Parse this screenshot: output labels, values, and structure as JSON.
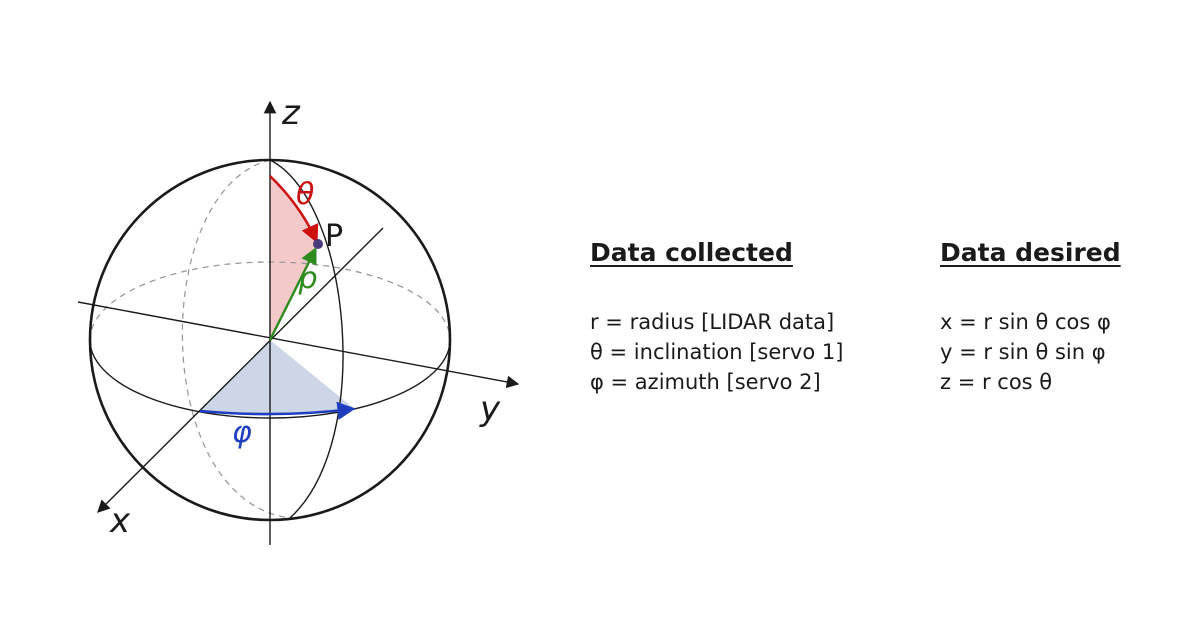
{
  "diagram": {
    "axis_labels": {
      "z": "z",
      "y": "y",
      "x": "x"
    },
    "point_label": "P",
    "theta_label": "θ",
    "rho_label": "ρ",
    "phi_label": "φ",
    "colors": {
      "theta": "#cc1111",
      "rho": "#2e8b1e",
      "phi": "#1f3fbf",
      "theta_fill": "#f4c9c9",
      "phi_fill": "#ccd6e6",
      "point": "#4b3a7a"
    }
  },
  "collected": {
    "heading": "Data collected",
    "lines": [
      "r = radius [LIDAR data]",
      "θ = inclination [servo 1]",
      "φ = azimuth [servo 2]"
    ]
  },
  "desired": {
    "heading": "Data desired",
    "lines": [
      "x = r sin θ cos φ",
      "y = r sin θ sin φ",
      "z = r cos θ"
    ]
  }
}
